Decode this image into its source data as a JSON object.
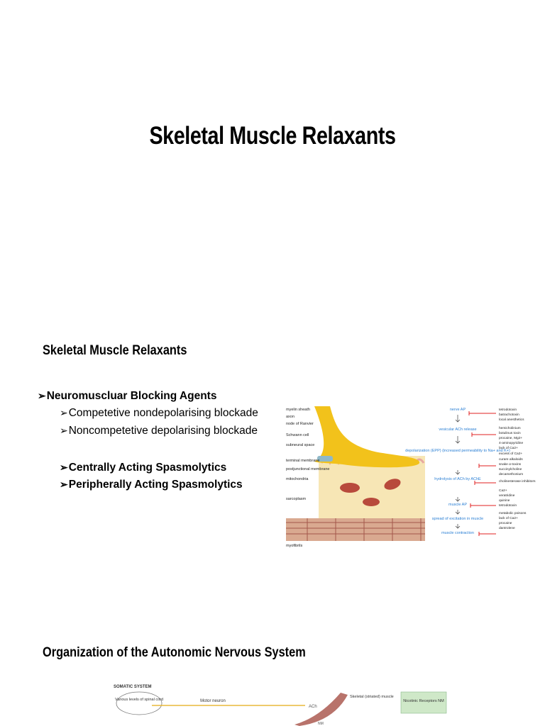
{
  "slide1": {
    "title": "Skeletal Muscle Relaxants"
  },
  "slide2": {
    "heading": "Skeletal Muscle Relaxants",
    "bullets": [
      {
        "text": "Neuromuscluar Blocking Agents",
        "bold": true
      },
      {
        "text": "Competetive nondepolarising blockade",
        "bold": false
      },
      {
        "text": "Noncompetetive depolarising blockade",
        "bold": false
      },
      {
        "text": "Centrally Acting Spasmolytics",
        "bold": true
      },
      {
        "text": "Peripherally Acting Spasmolytics",
        "bold": true
      }
    ],
    "bullet_glyph": "➢",
    "diagram": {
      "left_labels": [
        "myelin sheath",
        "axon",
        "node of Ranvier",
        "Schwann cell",
        "subneural space",
        "terminal membrane",
        "postjunctional membrane",
        "mitochondria",
        "sarcoplasm",
        "myofibrils"
      ],
      "flow_steps": [
        "nerve AP",
        "vesicular ACh release",
        "depolarization (EPP) (increased permeability to Na+ and K+)",
        "hydrolysis of ACh by AChE",
        "muscle AP",
        "spread of excitation in muscle",
        "muscle contraction"
      ],
      "blockers": [
        "tetrodotoxin",
        "batrachotoxin",
        "local anesthetics",
        "hemicholinium",
        "botulinus toxin",
        "procaine, Mg2+",
        "4-aminopyridine",
        "lack of Ca2+",
        "excess of Ca2+",
        "curare alkaloids",
        "snake α-toxins",
        "succinylcholine",
        "decamethonium",
        "cholinesterase inhibitors",
        "Ca2+",
        "veratridine",
        "quinine",
        "tetrodotoxin",
        "metabolic poisons",
        "lack of Ca2+",
        "procaine",
        "dantrolene"
      ],
      "colors": {
        "nerve": "#f2c21b",
        "muscle": "#f7e6b5",
        "mito": "#b84a3c",
        "flow": "#2a7fd4",
        "block": "#e02020"
      }
    }
  },
  "slide3": {
    "heading": "Organization of the Autonomic Nervous System",
    "diagram": {
      "system_label": "SOMATIC SYSTEM",
      "origin": "Various levels of spinal cord",
      "neuron": "Motor neuron",
      "transmitter": "ACh",
      "target": "Skeletal (striated) muscle",
      "receptor_sub": "NM",
      "receptor_box": "Nicotinic Receptors NM",
      "colors": {
        "neuron": "#e9b83a",
        "muscle": "#b8736b",
        "box": "#cfe8c8"
      }
    }
  }
}
